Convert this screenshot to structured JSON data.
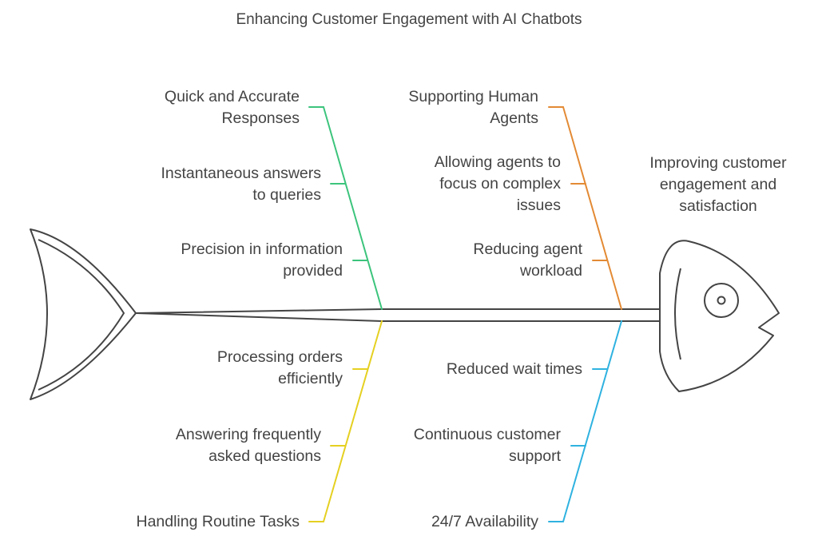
{
  "title": "Enhancing Customer Engagement with AI Chatbots",
  "effect": "Improving customer\nengagement and\nsatisfaction",
  "categories": {
    "top_left": {
      "label": "Quick and Accurate\nResponses",
      "color": "#3cc47c",
      "causes": [
        "Instantaneous answers\nto queries",
        "Precision in information\nprovided"
      ]
    },
    "top_right": {
      "label": "Supporting Human\nAgents",
      "color": "#e38a34",
      "causes": [
        "Allowing agents to\nfocus on complex\nissues",
        "Reducing agent\nworkload"
      ]
    },
    "bottom_left": {
      "label": "Handling Routine Tasks",
      "color": "#e5d021",
      "causes": [
        "Processing orders\nefficiently",
        "Answering frequently\nasked questions"
      ]
    },
    "bottom_right": {
      "label": "24/7 Availability",
      "color": "#2fb2e0",
      "causes": [
        "Reduced wait times",
        "Continuous customer\nsupport"
      ]
    }
  },
  "outline_color": "#444444"
}
